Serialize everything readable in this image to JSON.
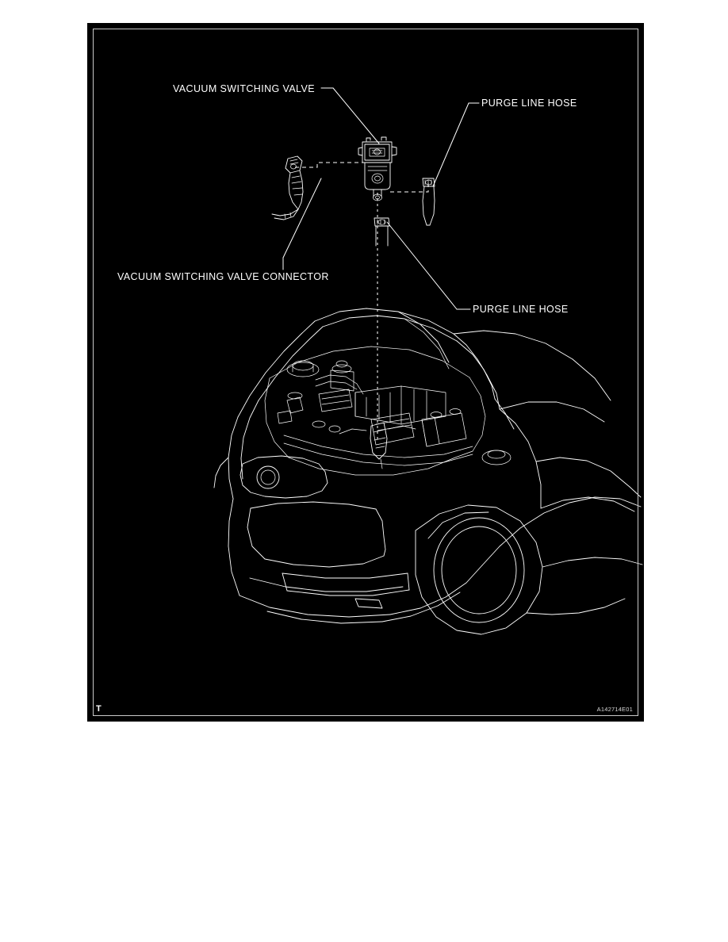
{
  "figure": {
    "background_color": "#000000",
    "line_color": "#ffffff",
    "page_color": "#ffffff",
    "corner_mark": "T",
    "figure_code": "A142714E01",
    "subject": "Toyota Camry engine compartment — vacuum switching valve and purge line hose locations"
  },
  "callouts": [
    {
      "id": "vacuum-switching-valve",
      "label": "VACUUM SWITCHING VALVE",
      "leader": "line from label right end down-right to the valve body"
    },
    {
      "id": "purge-line-hose-top",
      "label": "PURGE LINE HOSE",
      "leader": "line from label left end down-left to the upper right hose clamp"
    },
    {
      "id": "vacuum-switching-valve-connector",
      "label": "VACUUM SWITCHING VALVE CONNECTOR",
      "leader": "line from above label up-right to the connector"
    },
    {
      "id": "purge-line-hose-bottom",
      "label": "PURGE LINE HOSE",
      "leader": "line from label left end up-left to the lower hose clamp"
    }
  ],
  "components": {
    "vacuum_switching_valve": "rectangular valve body with mounting bracket, shown enlarged above the vehicle",
    "vsv_connector": "electrical connector with wire harness, left of the valve",
    "purge_line_hose_upper": "hose with spring clamp, right of the valve",
    "purge_line_hose_lower": "hose with spring clamp, below the valve",
    "dashed_locator": "vertical dotted line running from the valve down to its mounting position in the engine bay"
  },
  "icon_names": [
    "vacuum-switching-valve-icon",
    "connector-icon",
    "hose-clamp-icon",
    "vehicle-outline-icon",
    "dashed-locator-line-icon"
  ]
}
